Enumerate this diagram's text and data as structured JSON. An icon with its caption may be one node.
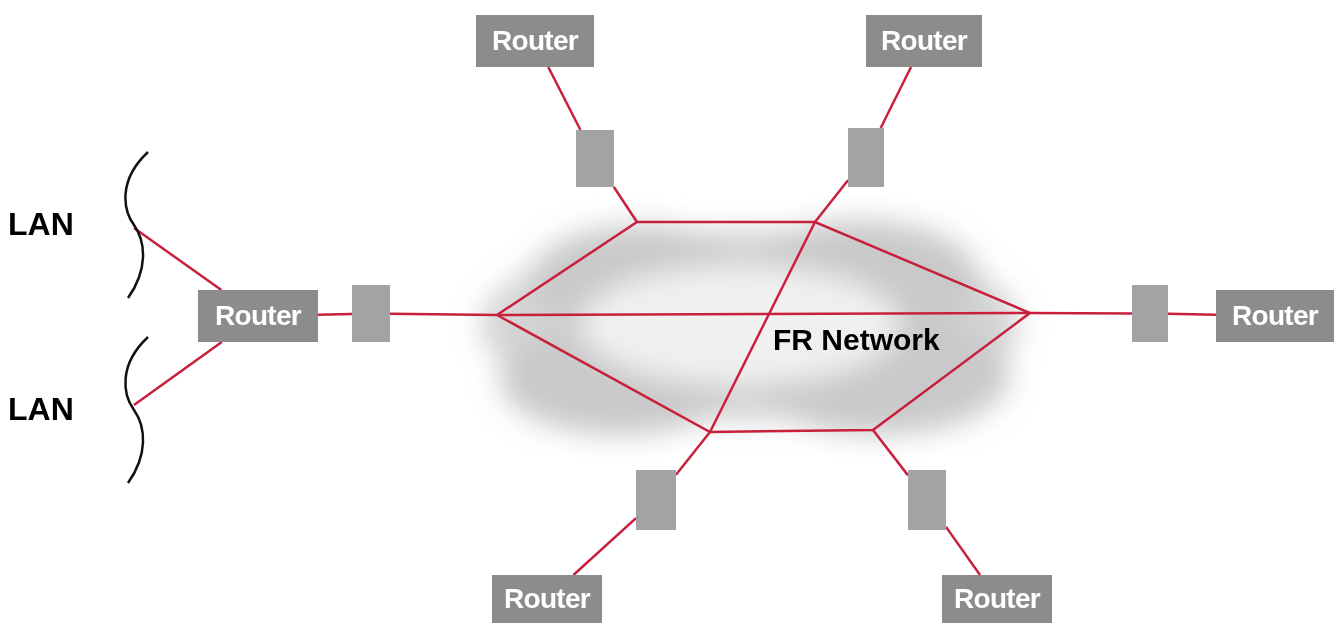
{
  "diagram": {
    "nodes": [
      {
        "text": [
          "LAN"
        ]
      },
      {
        "text": [
          "LAN"
        ]
      },
      {
        "text": [
          "Router"
        ]
      },
      {
        "text": [],
        "shape": "box"
      },
      {
        "text": [
          "Router"
        ]
      },
      {
        "text": [],
        "shape": "box"
      },
      {
        "text": [
          "Router"
        ]
      },
      {
        "text": [],
        "shape": "box"
      },
      {
        "text": [
          "Router"
        ]
      },
      {
        "text": [],
        "shape": "box"
      },
      {
        "text": [
          "Router"
        ]
      },
      {
        "text": [],
        "shape": "box"
      },
      {
        "text": [
          "Router"
        ]
      },
      {
        "text": [],
        "shape": "box"
      },
      {
        "text": [
          "FR Network"
        ]
      }
    ],
    "edges": [
      {
        "from": 0,
        "to": 2,
        "arrow": "none"
      },
      {
        "from": 1,
        "to": 2,
        "arrow": "none"
      },
      {
        "from": 2,
        "to": 3,
        "arrow": "none"
      },
      {
        "from": 3,
        "to": 14,
        "arrow": "none"
      },
      {
        "from": 4,
        "to": 5,
        "arrow": "none"
      },
      {
        "from": 5,
        "to": 14,
        "arrow": "none"
      },
      {
        "from": 6,
        "to": 7,
        "arrow": "none"
      },
      {
        "from": 7,
        "to": 14,
        "arrow": "none"
      },
      {
        "from": 8,
        "to": 9,
        "arrow": "none"
      },
      {
        "from": 9,
        "to": 14,
        "arrow": "none"
      },
      {
        "from": 10,
        "to": 11,
        "arrow": "none"
      },
      {
        "from": 11,
        "to": 14,
        "arrow": "none"
      },
      {
        "from": 12,
        "to": 13,
        "arrow": "none"
      },
      {
        "from": 13,
        "to": 14,
        "arrow": "none"
      }
    ]
  }
}
